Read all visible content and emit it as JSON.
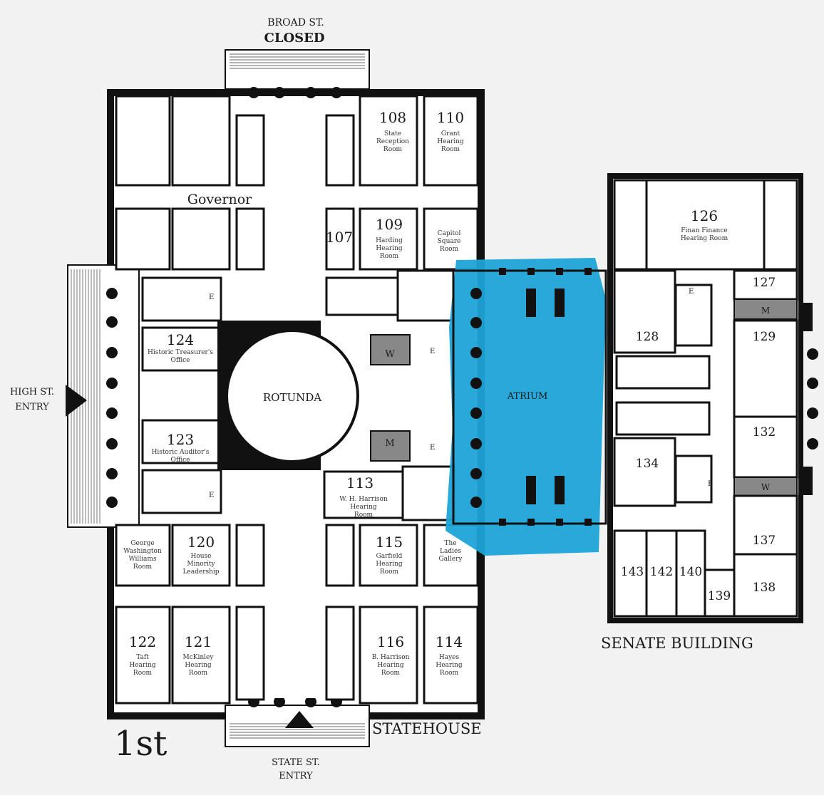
{
  "floor_label": "1st",
  "entrances": {
    "north": {
      "street": "BROAD ST.",
      "status": "CLOSED"
    },
    "west": {
      "line1": "HIGH ST.",
      "line2": "ENTRY"
    },
    "south": {
      "line1": "STATE ST.",
      "line2": "ENTRY"
    }
  },
  "buildings": {
    "statehouse": "STATEHOUSE",
    "senate": "SENATE BUILDING",
    "atrium": "ATRIUM",
    "rotunda": "ROTUNDA",
    "governor": "Governor"
  },
  "highlight_color": "#1ea3d8",
  "rooms": {
    "r108": {
      "num": "108",
      "l1": "State",
      "l2": "Reception",
      "l3": "Room"
    },
    "r110": {
      "num": "110",
      "l1": "Grant",
      "l2": "Hearing",
      "l3": "Room"
    },
    "r109": {
      "num": "109",
      "l1": "Harding",
      "l2": "Hearing",
      "l3": "Room"
    },
    "r107": {
      "num": "107"
    },
    "capsq": {
      "l1": "Capitol",
      "l2": "Square",
      "l3": "Room"
    },
    "r124": {
      "num": "124",
      "l1": "Historic Treasurer's",
      "l2": "Office"
    },
    "r123": {
      "num": "123",
      "l1": "Historic Auditor's",
      "l2": "Office"
    },
    "r113": {
      "num": "113",
      "l1": "W. H. Harrison",
      "l2": "Hearing",
      "l3": "Room"
    },
    "gww": {
      "l1": "George",
      "l2": "Washington",
      "l3": "Williams",
      "l4": "Room"
    },
    "r120": {
      "num": "120",
      "l1": "House",
      "l2": "Minority",
      "l3": "Leadership"
    },
    "r115": {
      "num": "115",
      "l1": "Garfield",
      "l2": "Hearing",
      "l3": "Room"
    },
    "ladies": {
      "l1": "The",
      "l2": "Ladies",
      "l3": "Gallery"
    },
    "r122": {
      "num": "122",
      "l1": "Taft",
      "l2": "Hearing",
      "l3": "Room"
    },
    "r121": {
      "num": "121",
      "l1": "McKinley",
      "l2": "Hearing",
      "l3": "Room"
    },
    "r116": {
      "num": "116",
      "l1": "B. Harrison",
      "l2": "Hearing",
      "l3": "Room"
    },
    "r114": {
      "num": "114",
      "l1": "Hayes",
      "l2": "Hearing",
      "l3": "Room"
    },
    "r126": {
      "num": "126",
      "l1": "Finan Finance",
      "l2": "Hearing Room"
    },
    "r127": {
      "num": "127"
    },
    "r128": {
      "num": "128"
    },
    "r129": {
      "num": "129"
    },
    "r132": {
      "num": "132"
    },
    "r134": {
      "num": "134"
    },
    "r137": {
      "num": "137"
    },
    "r138": {
      "num": "138"
    },
    "r139": {
      "num": "139"
    },
    "r140": {
      "num": "140"
    },
    "r142": {
      "num": "142"
    },
    "r143": {
      "num": "143"
    }
  },
  "restrooms": {
    "w1": "W",
    "m1": "M",
    "m2": "M",
    "w2": "W"
  },
  "elevators": {
    "e1": "E",
    "e2": "E",
    "e3": "E",
    "e4": "E",
    "e5": "E",
    "e6": "E"
  }
}
